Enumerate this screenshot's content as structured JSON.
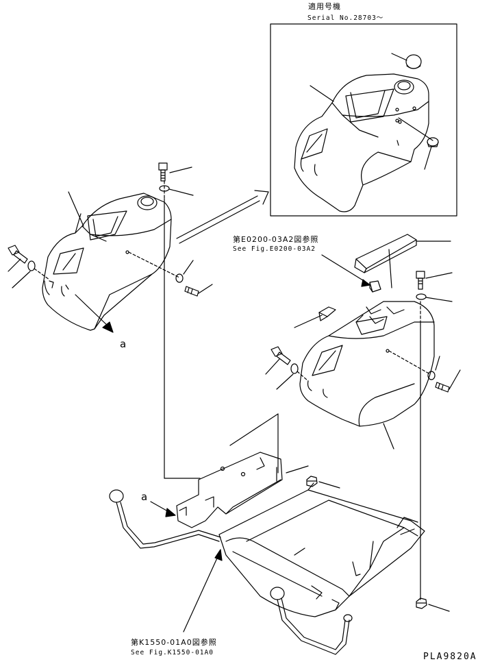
{
  "applicability": {
    "title_jp": "適用号機",
    "serial_label": "Serial No.28703〜"
  },
  "references": [
    {
      "jp": "第E0200-03A2図参照",
      "en": "See Fig.E0200-03A2"
    },
    {
      "jp": "第K1550-01A0図参照",
      "en": "See Fig.K1550-01A0"
    }
  ],
  "callouts": [
    "a",
    "a"
  ],
  "drawing_code": "PLA9820A",
  "colors": {
    "ink": "#000000",
    "paper": "#ffffff"
  }
}
